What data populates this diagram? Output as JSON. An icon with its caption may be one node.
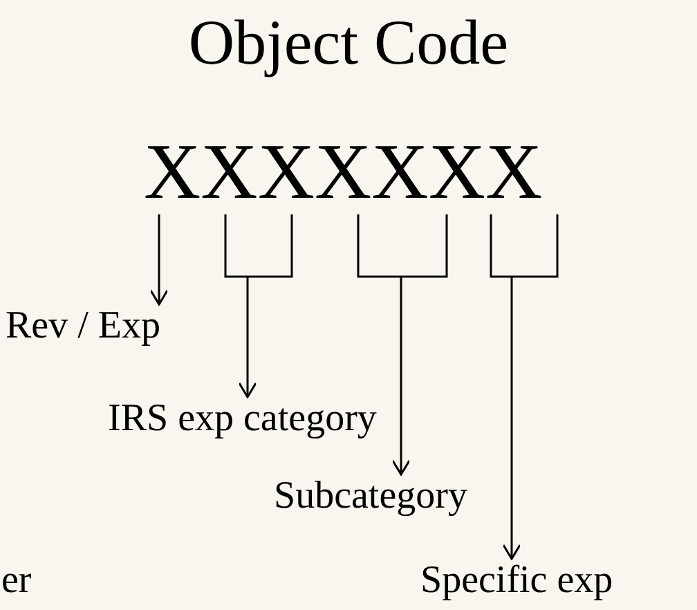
{
  "diagram": {
    "title": "Object Code",
    "nodes": [
      {
        "text": [
          "XXXXXXX"
        ]
      },
      {
        "text": [
          "Rev / Exp"
        ]
      },
      {
        "text": [
          "IRS exp category"
        ]
      },
      {
        "text": [
          "Subcategory"
        ]
      },
      {
        "text": [
          "Specific exp"
        ]
      }
    ],
    "edges": [
      {
        "from": 0,
        "to": 1,
        "arrow": "to"
      },
      {
        "from": 0,
        "to": 2,
        "arrow": "to"
      },
      {
        "from": 0,
        "to": 3,
        "arrow": "to"
      },
      {
        "from": 0,
        "to": 4,
        "arrow": "to"
      }
    ],
    "labels": [
      "er"
    ]
  }
}
